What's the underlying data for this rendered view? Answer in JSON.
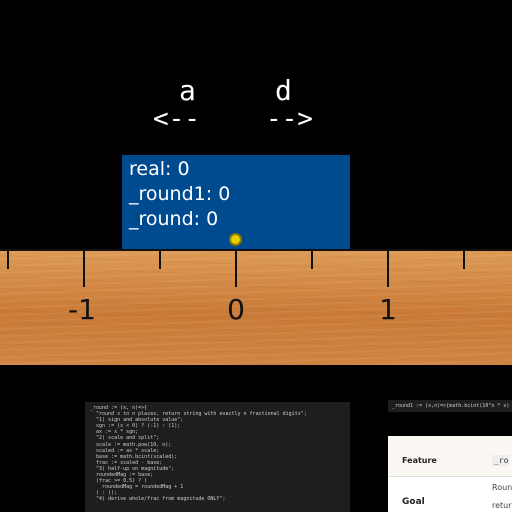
{
  "keys": {
    "left_letter": "a",
    "left_arrow": "<--",
    "right_letter": "d",
    "right_arrow": "-->"
  },
  "readout": {
    "real": "real: 0",
    "round1": "_round1: 0",
    "round": "_round: 0"
  },
  "ruler": {
    "labels": [
      "-1",
      "0",
      "1"
    ]
  },
  "code_panel": {
    "lines": [
      "_round := (x, n)=>{",
      "  \"round x to n places, return string with exactly n fractional digits\";",
      "  \"1) sign and absolute value\";",
      "  sgn := (x < 0) ? (-1) : (1);",
      "  ax := x * sgn;",
      "  \"2) scale and split\";",
      "  scale := math.pow(10, n);",
      "  scaled := ax * scale;",
      "  base := math.bcint(scaled);",
      "  frac := scaled - base;",
      "  \"3) half-up on magnitude\";",
      "  roundedMag := base;",
      "  (frac >= 0.5) ? (",
      "    roundedMag = roundedMag + 1",
      "  ) : ();",
      "  \"4) derive whole/frac from magnitude ONLY\";"
    ]
  },
  "code_panel_2": {
    "line": "_round1 := (x,n)=>{math.bcint(10^n * x)"
  },
  "table": {
    "header_feature": "Feature",
    "header_round": "_ro",
    "goal_label": "Goal",
    "goal_line1": "Roun",
    "goal_line2": "retur"
  },
  "colors": {
    "readout_bg": "#004a8f",
    "ruler_wood": "#d68a45",
    "marker": "#e6d000"
  }
}
